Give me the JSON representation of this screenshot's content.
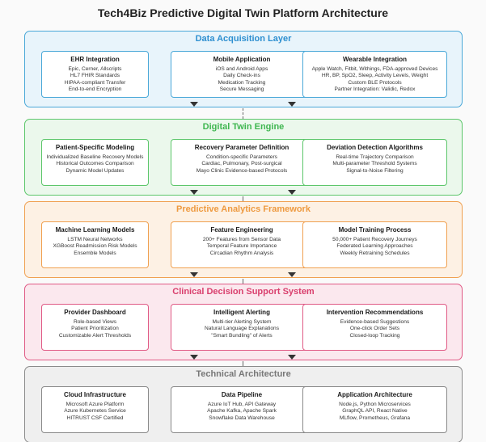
{
  "title": "Tech4Biz Predictive Digital Twin Platform Architecture",
  "layers": [
    {
      "name": "Data Acquisition Layer",
      "bg": "#e8f4fb",
      "border": "#4aa8d8",
      "titleColor": "#2d8fd0",
      "boxes": [
        {
          "title": "EHR Integration",
          "lines": [
            "Epic, Cerner, Allscripts",
            "HL7 FHIR Standards",
            "HIPAA-compliant Transfer",
            "End-to-end Encryption"
          ]
        },
        {
          "title": "Mobile Application",
          "lines": [
            "iOS and Android Apps",
            "Daily Check-ins",
            "Medication Tracking",
            "Secure Messaging"
          ]
        },
        {
          "title": "Wearable Integration",
          "lines": [
            "Apple Watch, Fitbit, Withings, FDA-approved Devices",
            "HR, BP, SpO2, Sleep, Activity Levels, Weight",
            "Custom BLE Protocols",
            "Partner Integration: Validic, Redox"
          ]
        }
      ]
    },
    {
      "name": "Digital Twin Engine",
      "bg": "#ebf8ec",
      "border": "#5cc66a",
      "titleColor": "#3fb650",
      "boxes": [
        {
          "title": "Patient-Specific Modeling",
          "lines": [
            "Individualized Baseline Recovery Models",
            "Historical Outcomes Comparison",
            "Dynamic Model Updates"
          ]
        },
        {
          "title": "Recovery Parameter Definition",
          "lines": [
            "Condition-specific Parameters",
            "Cardiac, Pulmonary, Post-surgical",
            "Mayo Clinic Evidence-based Protocols"
          ]
        },
        {
          "title": "Deviation Detection Algorithms",
          "lines": [
            "Real-time Trajectory Comparison",
            "Multi-parameter Threshold Systems",
            "Signal-to-Noise Filtering"
          ]
        }
      ]
    },
    {
      "name": "Predictive Analytics Framework",
      "bg": "#fdf1e4",
      "border": "#f0a050",
      "titleColor": "#ee9a40",
      "boxes": [
        {
          "title": "Machine Learning Models",
          "lines": [
            "LSTM Neural Networks",
            "XGBoost Readmission Risk Models",
            "Ensemble Models"
          ]
        },
        {
          "title": "Feature Engineering",
          "lines": [
            "200+ Features from Sensor Data",
            "Temporal Feature Importance",
            "Circadian Rhythm Analysis"
          ]
        },
        {
          "title": "Model Training Process",
          "lines": [
            "50,000+ Patient Recovery Journeys",
            "Federated Learning Approaches",
            "Weekly Retraining Schedules"
          ]
        }
      ]
    },
    {
      "name": "Clinical Decision Support System",
      "bg": "#fbe8ee",
      "border": "#e05a85",
      "titleColor": "#d9406e",
      "boxes": [
        {
          "title": "Provider Dashboard",
          "lines": [
            "Role-based Views",
            "Patient Prioritization",
            "Customizable Alert Thresholds"
          ]
        },
        {
          "title": "Intelligent Alerting",
          "lines": [
            "Multi-tier Alerting System",
            "Natural Language Explanations",
            "\"Smart Bundling\" of Alerts"
          ]
        },
        {
          "title": "Intervention Recommendations",
          "lines": [
            "Evidence-based Suggestions",
            "One-click Order Sets",
            "Closed-loop Tracking"
          ]
        }
      ]
    },
    {
      "name": "Technical Architecture",
      "bg": "#efefef",
      "border": "#8a8a8a",
      "titleColor": "#777777",
      "boxes": [
        {
          "title": "Cloud Infrastructure",
          "lines": [
            "Microsoft Azure Platform",
            "Azure Kubernetes Service",
            "HITRUST CSF Certified"
          ]
        },
        {
          "title": "Data Pipeline",
          "lines": [
            "Azure IoT Hub, API Gateway",
            "Apache Kafka, Apache Spark",
            "Snowflake Data Warehouse"
          ]
        },
        {
          "title": "Application Architecture",
          "lines": [
            "Node.js, Python Microservices",
            "GraphQL API, React Native",
            "MLflow, Prometheus, Grafana"
          ]
        }
      ]
    }
  ]
}
